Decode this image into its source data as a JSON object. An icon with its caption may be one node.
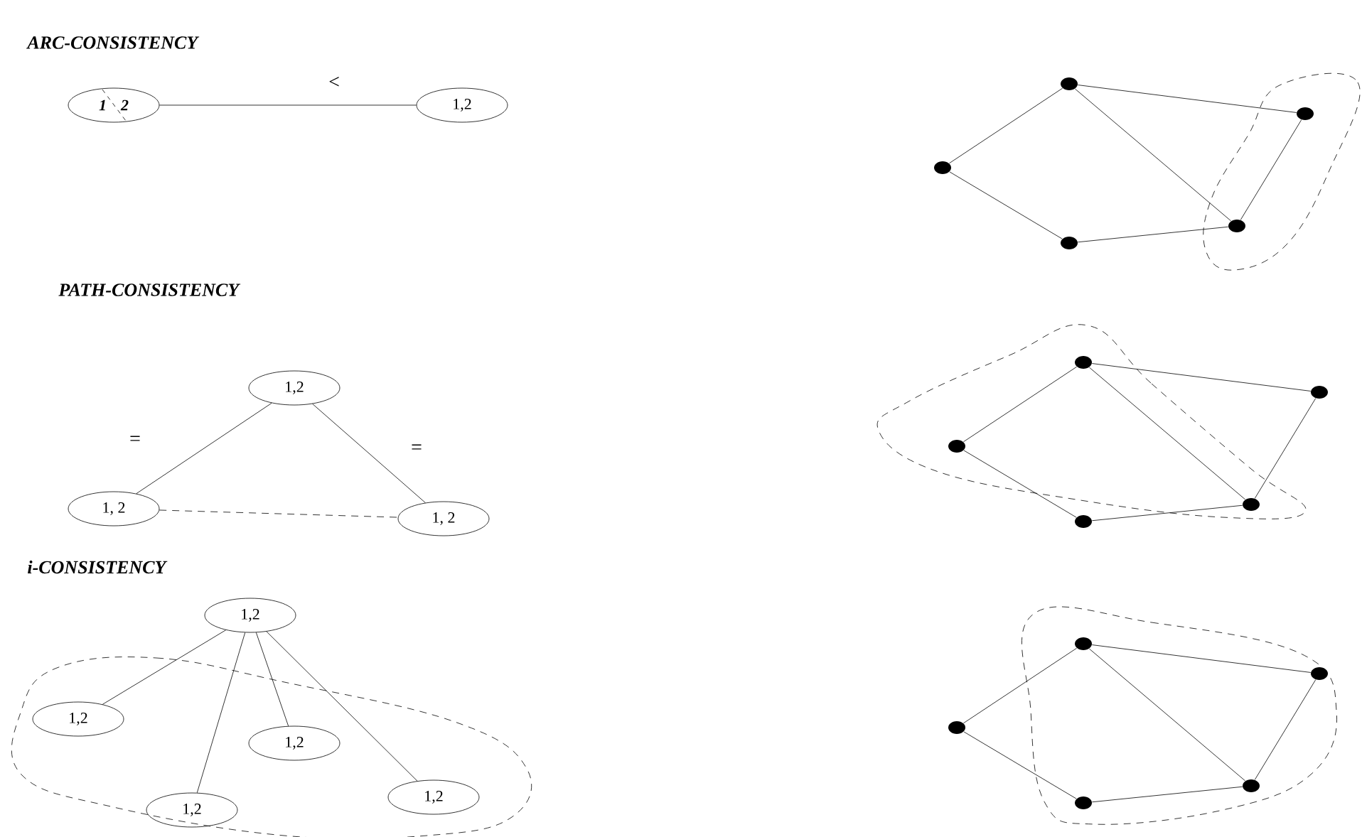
{
  "diagram": {
    "nodes": [
      {
        "text": [
          "1",
          "2"
        ]
      },
      {
        "text": [
          "1,2"
        ]
      },
      {
        "text": [
          "1,2"
        ]
      },
      {
        "text": [
          "1, 2"
        ]
      },
      {
        "text": [
          "1, 2"
        ]
      },
      {
        "text": [
          "1,2"
        ]
      },
      {
        "text": [
          "1,2"
        ]
      },
      {
        "text": [
          "1,2"
        ]
      },
      {
        "text": [
          "1,2"
        ]
      },
      {
        "text": [
          "1,2"
        ]
      },
      {
        "text": [],
        "shape": "circle"
      },
      {
        "text": [],
        "shape": "circle"
      },
      {
        "text": [],
        "shape": "circle"
      },
      {
        "text": [],
        "shape": "circle"
      },
      {
        "text": [],
        "shape": "circle"
      },
      {
        "text": [],
        "shape": "circle"
      },
      {
        "text": [],
        "shape": "circle"
      },
      {
        "text": [],
        "shape": "circle"
      },
      {
        "text": [],
        "shape": "circle"
      },
      {
        "text": [],
        "shape": "circle"
      },
      {
        "text": [],
        "shape": "circle"
      },
      {
        "text": [],
        "shape": "circle"
      },
      {
        "text": [],
        "shape": "circle"
      },
      {
        "text": [],
        "shape": "circle"
      },
      {
        "text": [],
        "shape": "circle"
      }
    ],
    "edges": [
      {
        "from": 0,
        "to": 1,
        "arrow": "none",
        "label": "<"
      },
      {
        "from": 2,
        "to": 3,
        "arrow": "none",
        "label": "="
      },
      {
        "from": 2,
        "to": 4,
        "arrow": "none",
        "label": "="
      },
      {
        "from": 3,
        "to": 4,
        "arrow": "none",
        "style": "dashed"
      },
      {
        "from": 5,
        "to": 6,
        "arrow": "none"
      },
      {
        "from": 5,
        "to": 7,
        "arrow": "none"
      },
      {
        "from": 5,
        "to": 8,
        "arrow": "none"
      },
      {
        "from": 5,
        "to": 9,
        "arrow": "none"
      },
      {
        "from": 10,
        "to": 11,
        "arrow": "none"
      },
      {
        "from": 10,
        "to": 12,
        "arrow": "none"
      },
      {
        "from": 11,
        "to": 14,
        "arrow": "none"
      },
      {
        "from": 11,
        "to": 13,
        "arrow": "none"
      },
      {
        "from": 12,
        "to": 13,
        "arrow": "none"
      },
      {
        "from": 13,
        "to": 14,
        "arrow": "none"
      },
      {
        "from": 15,
        "to": 16,
        "arrow": "none"
      },
      {
        "from": 15,
        "to": 17,
        "arrow": "none"
      },
      {
        "from": 16,
        "to": 19,
        "arrow": "none"
      },
      {
        "from": 16,
        "to": 18,
        "arrow": "none"
      },
      {
        "from": 17,
        "to": 18,
        "arrow": "none"
      },
      {
        "from": 18,
        "to": 19,
        "arrow": "none"
      },
      {
        "from": 20,
        "to": 21,
        "arrow": "none"
      },
      {
        "from": 20,
        "to": 22,
        "arrow": "none"
      },
      {
        "from": 21,
        "to": 24,
        "arrow": "none"
      },
      {
        "from": 21,
        "to": 23,
        "arrow": "none"
      },
      {
        "from": 22,
        "to": 23,
        "arrow": "none"
      },
      {
        "from": 23,
        "to": 24,
        "arrow": "none"
      }
    ],
    "labels": [
      "ARC-CONSISTENCY",
      "PATH-CONSISTENCY",
      "i-CONSISTENCY"
    ]
  }
}
